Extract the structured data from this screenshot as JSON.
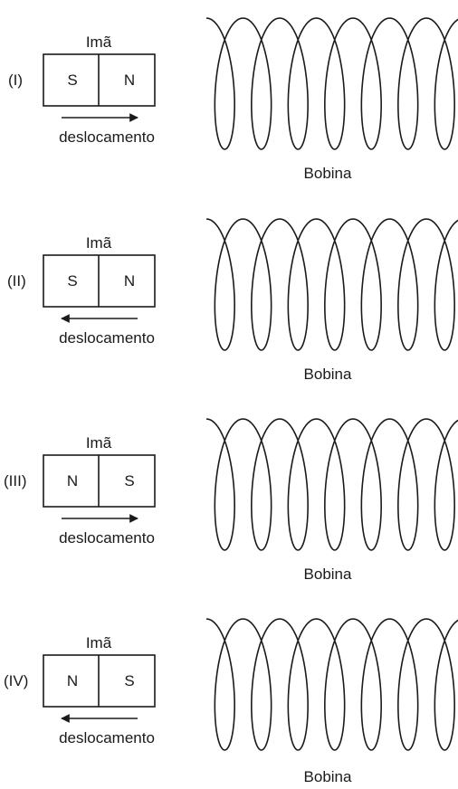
{
  "magnet_label": "Imã",
  "displacement_label": "deslocamento",
  "coil_label": "Bobina",
  "panels": [
    {
      "id": "I",
      "tag": "(I)",
      "left_pole": "S",
      "right_pole": "N",
      "direction": "right"
    },
    {
      "id": "II",
      "tag": "(II)",
      "left_pole": "S",
      "right_pole": "N",
      "direction": "left"
    },
    {
      "id": "III",
      "tag": "(III)",
      "left_pole": "N",
      "right_pole": "S",
      "direction": "right"
    },
    {
      "id": "IV",
      "tag": "(IV)",
      "left_pole": "N",
      "right_pole": "S",
      "direction": "left"
    }
  ]
}
